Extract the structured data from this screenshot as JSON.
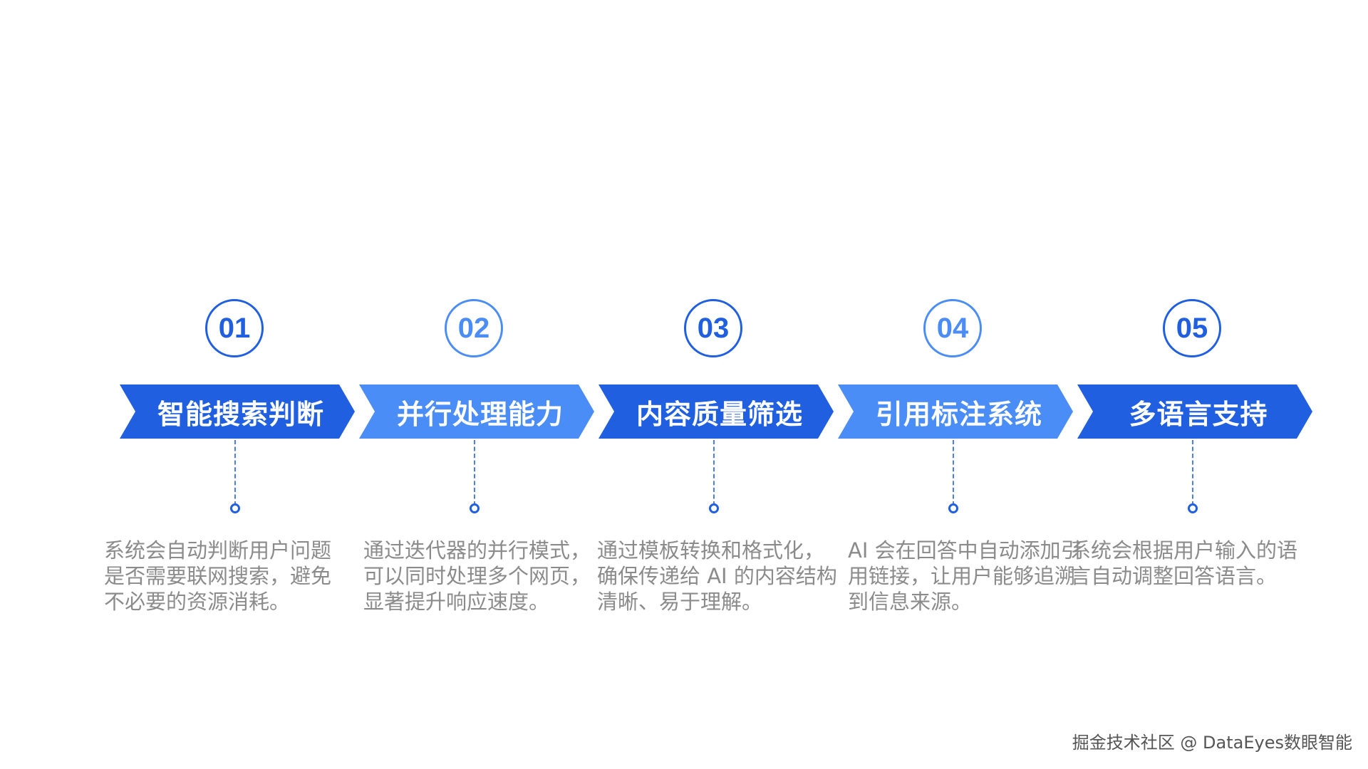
{
  "steps": [
    {
      "number": "01",
      "title": "智能搜索判断",
      "description": "系统会自动判断用户问题是否需要联网搜索，避免不必要的资源消耗。",
      "color": "#1f5fe0"
    },
    {
      "number": "02",
      "title": "并行处理能力",
      "description": "通过迭代器的并行模式，可以同时处理多个网页，显著提升响应速度。",
      "color": "#4b8df7"
    },
    {
      "number": "03",
      "title": "内容质量筛选",
      "description": "通过模板转换和格式化，确保传递给 AI 的内容结构清晰、易于理解。",
      "color": "#1f5fe0"
    },
    {
      "number": "04",
      "title": "引用标注系统",
      "description": "AI 会在回答中自动添加引用链接，让用户能够追溯到信息来源。",
      "color": "#4b8df7"
    },
    {
      "number": "05",
      "title": "多语言支持",
      "description": "系统会根据用户输入的语言自动调整回答语言。",
      "color": "#1f5fe0"
    }
  ],
  "watermark": "掘金技术社区 @ DataEyes数眼智能"
}
